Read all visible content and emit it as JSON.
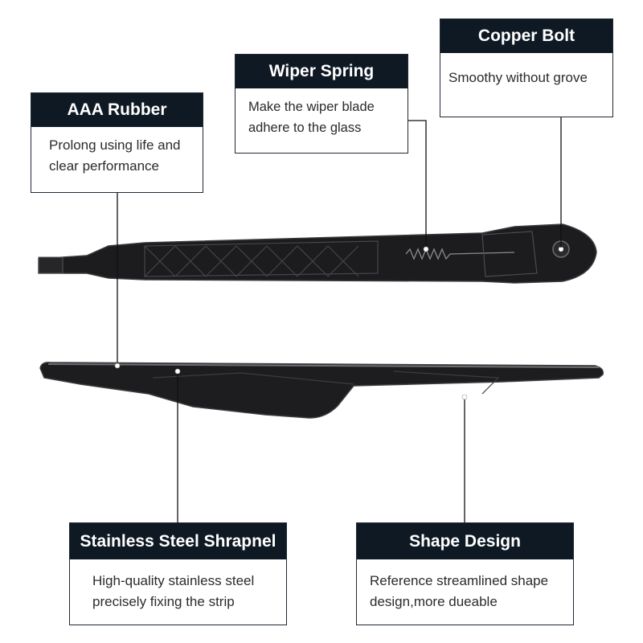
{
  "callouts": {
    "rubber": {
      "title": "AAA Rubber",
      "text": "Prolong using life and clear performance"
    },
    "spring": {
      "title": "Wiper Spring",
      "text": "Make the wiper blade adhere to the glass"
    },
    "bolt": {
      "title": "Copper Bolt",
      "text": "Smoothy without grove"
    },
    "steel": {
      "title": "Stainless Steel Shrapnel",
      "text": "High-quality stainless steel precisely fixing the strip"
    },
    "shape": {
      "title": "Shape Design",
      "text": "Reference streamlined shape design,more dueable"
    }
  },
  "colors": {
    "header_bg": "#0f1924",
    "plastic": "#1c1c1e",
    "plastic_edge": "#3a3b3e",
    "leader": "#111111"
  }
}
